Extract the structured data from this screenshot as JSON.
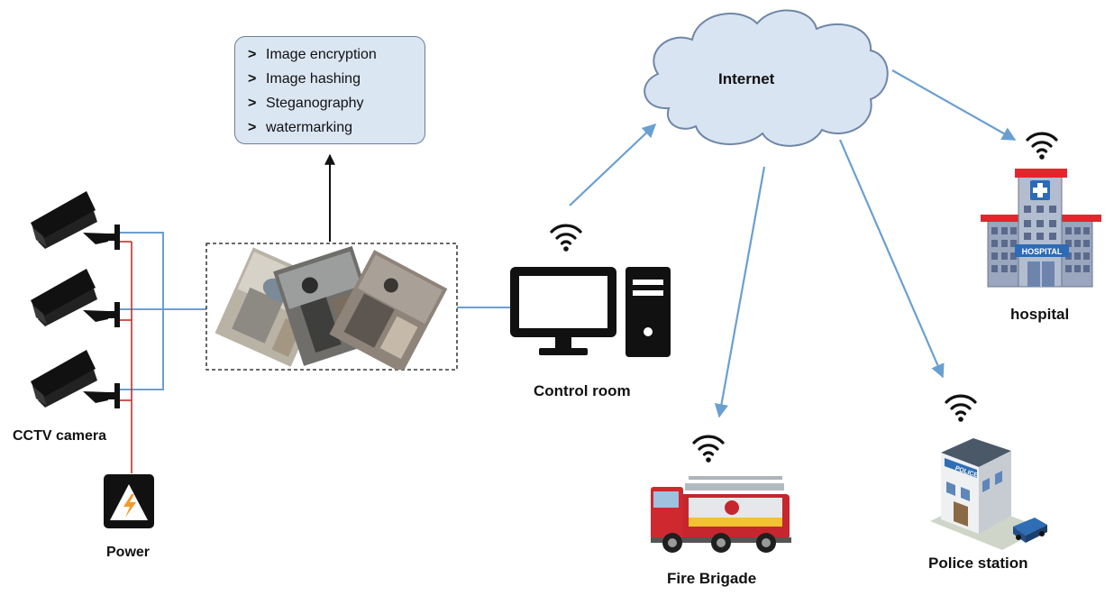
{
  "techniques": {
    "items": [
      {
        "marker": ">",
        "text": "Image encryption"
      },
      {
        "marker": ">",
        "text": "Image hashing"
      },
      {
        "marker": ">",
        "text": "Steganography"
      },
      {
        "marker": ">",
        "text": "watermarking"
      }
    ]
  },
  "nodes": {
    "cctv": {
      "label": "CCTV camera",
      "count": 3,
      "icon": "cctv-camera-icon"
    },
    "power": {
      "label": "Power",
      "icon": "power-lightning-icon"
    },
    "control_room": {
      "label": "Control room",
      "icon": "desktop-computer-icon"
    },
    "internet": {
      "label": "Internet",
      "icon": "cloud-icon"
    },
    "hospital": {
      "label": "hospital",
      "icon": "hospital-building-icon",
      "sign": "HOSPITAL"
    },
    "fire_brigade": {
      "label": "Fire Brigade",
      "icon": "fire-truck-icon"
    },
    "police_station": {
      "label": "Police station",
      "icon": "police-station-icon",
      "sign": "POLICE"
    }
  },
  "edges": [
    {
      "from": "cctv",
      "to": "processing",
      "style": "solid-blue"
    },
    {
      "from": "power",
      "to": "cctv",
      "style": "solid-red"
    },
    {
      "from": "processing",
      "to": "techniques",
      "style": "arrow-black"
    },
    {
      "from": "processing",
      "to": "control_room",
      "style": "solid-blue"
    },
    {
      "from": "control_room",
      "to": "internet",
      "style": "arrow-blue"
    },
    {
      "from": "internet",
      "to": "hospital",
      "style": "arrow-blue"
    },
    {
      "from": "internet",
      "to": "fire_brigade",
      "style": "arrow-blue"
    },
    {
      "from": "internet",
      "to": "police_station",
      "style": "arrow-blue"
    }
  ],
  "colors": {
    "link_blue": "#6a9fd1",
    "power_red": "#c0312b",
    "box_fill": "#dbe6f3",
    "box_border": "#6b7f98",
    "cloud_fill": "#d9e4f2",
    "cloud_stroke": "#6f86a6",
    "hospital_red": "#e3262e",
    "hospital_blue": "#2c6bb5"
  }
}
